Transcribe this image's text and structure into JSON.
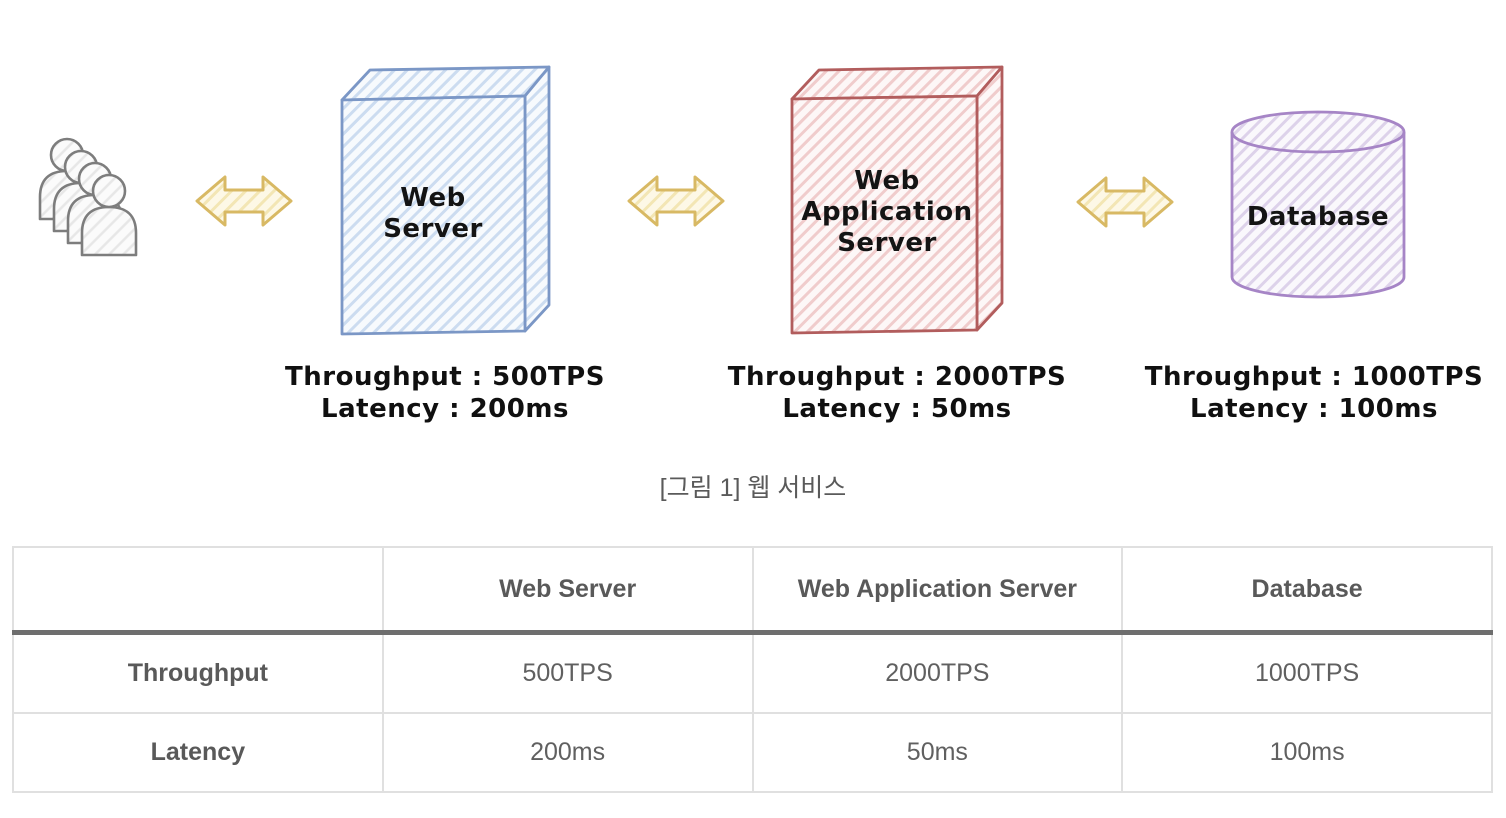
{
  "diagram": {
    "caption": "[그림 1] 웹 서비스",
    "users_icon": "users-group",
    "arrow_color": "#d8b964",
    "nodes": [
      {
        "name": "web-server",
        "shape": "box",
        "label": "Web Server",
        "color": "#7b97c6",
        "fill": "#f6f9fd",
        "throughput": "Throughput : 500TPS",
        "latency": "Latency : 200ms"
      },
      {
        "name": "web-application-server",
        "shape": "box",
        "label": "Web Application Server",
        "color": "#b25d5d",
        "fill": "#fdf4f4",
        "throughput": "Throughput : 2000TPS",
        "latency": "Latency : 50ms"
      },
      {
        "name": "database",
        "shape": "cylinder",
        "label": "Database",
        "color": "#a685c6",
        "fill": "#f8f5fb",
        "throughput": "Throughput : 1000TPS",
        "latency": "Latency : 100ms"
      }
    ]
  },
  "table": {
    "columns": [
      "",
      "Web Server",
      "Web Application Server",
      "Database"
    ],
    "rows": [
      {
        "label": "Throughput",
        "values": [
          "500TPS",
          "2000TPS",
          "1000TPS"
        ]
      },
      {
        "label": "Latency",
        "values": [
          "200ms",
          "50ms",
          "100ms"
        ]
      }
    ]
  }
}
